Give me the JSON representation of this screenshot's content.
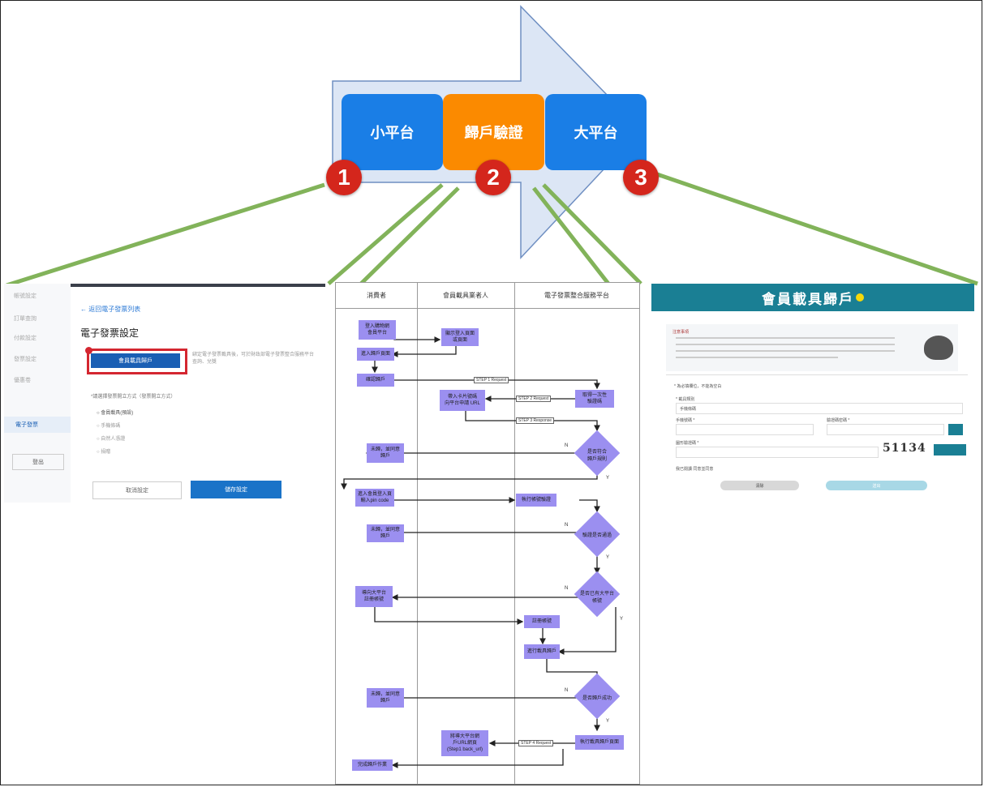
{
  "stages": [
    {
      "label": "小平台",
      "color": "#1a7ee6"
    },
    {
      "label": "歸戶驗證",
      "color": "#fb8a00"
    },
    {
      "label": "大平台",
      "color": "#1a7ee6"
    }
  ],
  "badges": [
    "1",
    "2",
    "3"
  ],
  "panel1": {
    "back_link": "← 返回電子發票列表",
    "title": "電子發票設定",
    "button": "會員載具歸戶",
    "description": "綁定電子發票載具後，可於財政部電子發票整合服務平台查詢、兌獎",
    "section": "*請選擇發票開立方式（發票開立方式）",
    "options": [
      "○ 會員載具(預設)",
      "○ 手機條碼",
      "○ 自然人憑證",
      "○ 捐贈"
    ],
    "cancel": "取消設定",
    "save": "儲存設定"
  },
  "sidebar": {
    "items": [
      "帳號設定",
      "訂單查詢",
      "付款設定",
      "發票設定",
      "優惠卷"
    ],
    "active": "電子發票",
    "logout": "登出"
  },
  "flow": {
    "lanes": [
      "消費者",
      "會員載具業者人",
      "電子發票整合服務平台"
    ],
    "boxes": {
      "b1": "登入購物網\n會員平台",
      "b2": "顯示登入頁面\n或頁面",
      "b3": "進入歸戶頁面",
      "b4": "確認歸戶",
      "b5": "帶入卡片號碼\n向平台申請 URL",
      "b6": "取得一次性\n驗證碼",
      "b7": "未歸，並同意\n歸戶",
      "b8": "進入會員登入頁\n輸入pin code",
      "b9": "執行帳號驗證",
      "b10": "未歸，並同意\n歸戶",
      "b11": "導向大平台\n註冊帳號",
      "b12": "註冊帳號",
      "b13": "進行載具歸戶",
      "b14": "未歸，並同意\n歸戶",
      "b15": "將導大平台網\n戶URL網頁\n(Step1 back_url)",
      "b16": "執行載具歸戶頁面",
      "b17": "完成歸戶作業"
    },
    "diamonds": {
      "d1": "是否符合\n歸戶規則",
      "d2": "驗證是否通過",
      "d3": "是否已有大平台\n帳號",
      "d4": "是否歸戶成功"
    },
    "steps": [
      "STEP 1 Request",
      "STEP 2 Request",
      "STEP 3 Response",
      "STEP 4 Request"
    ],
    "yes": "Y",
    "no": "N"
  },
  "panel3": {
    "banner": "會員載具歸戶",
    "notice_title": "注意事項",
    "form_label": "* 為必填欄位，不能為空白",
    "field1": "* 載具類別",
    "field1_value": "手機條碼",
    "field2": "手機號碼 *",
    "field3": "驗證碼密碼 *",
    "field4": "圖形驗證碼 *",
    "captcha": "51134",
    "agree": "我已閱讀 同意並同意",
    "clear": "清除",
    "submit": "送出"
  },
  "colors": {
    "line": "#82b35a",
    "arrow": "#dce6f5",
    "arrow_stroke": "#6f8fc2",
    "badge": "#d4261c",
    "flow_fill": "#9b8ff0"
  }
}
